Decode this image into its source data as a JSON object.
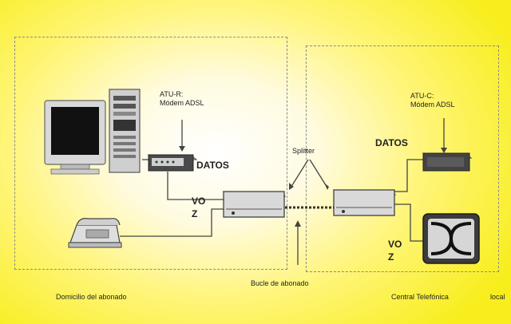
{
  "labels": {
    "atu_r_line1": "ATU-R:",
    "atu_r_line2": "Módem ADSL",
    "atu_c_line1": "ATU-C:",
    "atu_c_line2": "Módem ADSL",
    "datos_left": "DATOS",
    "datos_right": "DATOS",
    "voz_left_1": "VO",
    "voz_left_2": "Z",
    "voz_right_1": "VO",
    "voz_right_2": "Z",
    "splitter": "Splitter",
    "bucle": "Bucle de abonado",
    "domicilio": "Domicilio del abonado",
    "central": "Central Telefónica",
    "local": "local"
  },
  "colors": {
    "background": "#f8ee1e",
    "device_body": "#d9d9d9",
    "device_dark": "#3a3a3a",
    "line": "#444444",
    "region_border": "#8a8a8a"
  },
  "icons": [
    "computer-monitor-icon",
    "computer-tower-icon",
    "modem-icon",
    "telephone-icon",
    "splitter-icon",
    "switch-icon"
  ]
}
